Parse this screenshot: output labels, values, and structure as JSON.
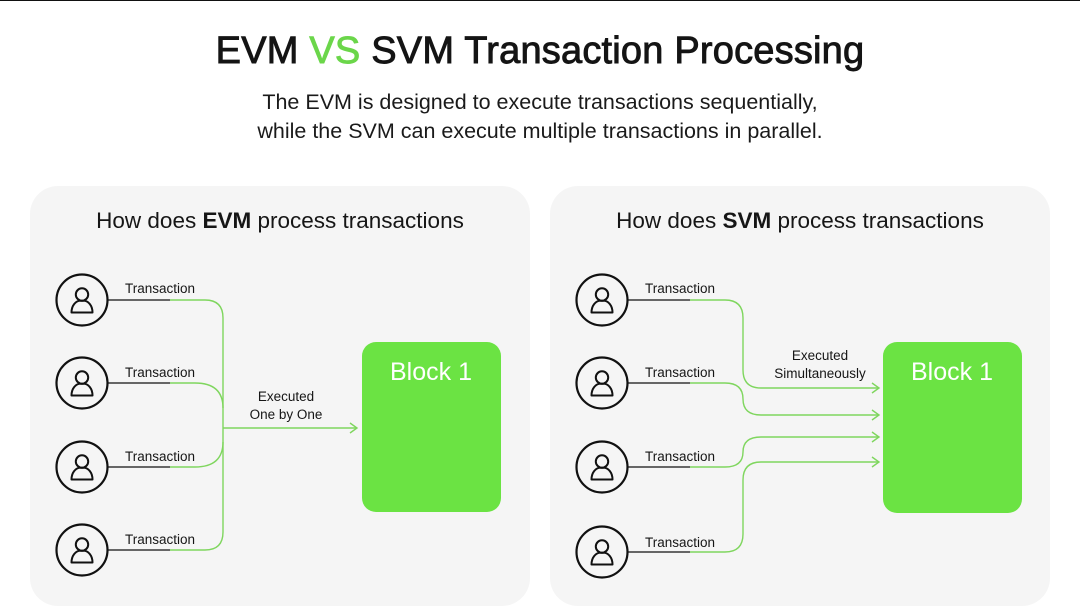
{
  "header": {
    "title_left": "EVM",
    "title_vs": "VS",
    "title_right": "SVM Transaction Processing",
    "subtitle_line1": "The EVM is designed to execute transactions sequentially,",
    "subtitle_line2": "while the SVM can execute multiple transactions in parallel."
  },
  "colors": {
    "accent_green": "#6be343",
    "vs_green": "#6bd64a",
    "panel_bg": "#f5f5f5",
    "line_green": "#7fd65e"
  },
  "evm_panel": {
    "heading_prefix": "How does ",
    "heading_bold": "EVM",
    "heading_suffix": " process transactions",
    "transactions": [
      {
        "label": "Transaction",
        "icon": "user-icon"
      },
      {
        "label": "Transaction",
        "icon": "user-icon"
      },
      {
        "label": "Transaction",
        "icon": "user-icon"
      },
      {
        "label": "Transaction",
        "icon": "user-icon"
      }
    ],
    "execution_line1": "Executed",
    "execution_line2": "One by One",
    "block_label": "Block 1"
  },
  "svm_panel": {
    "heading_prefix": "How does ",
    "heading_bold": "SVM",
    "heading_suffix": " process transactions",
    "transactions": [
      {
        "label": "Transaction",
        "icon": "user-icon"
      },
      {
        "label": "Transaction",
        "icon": "user-icon"
      },
      {
        "label": "Transaction",
        "icon": "user-icon"
      },
      {
        "label": "Transaction",
        "icon": "user-icon"
      }
    ],
    "execution_line1": "Executed",
    "execution_line2": "Simultaneously",
    "block_label": "Block 1"
  }
}
